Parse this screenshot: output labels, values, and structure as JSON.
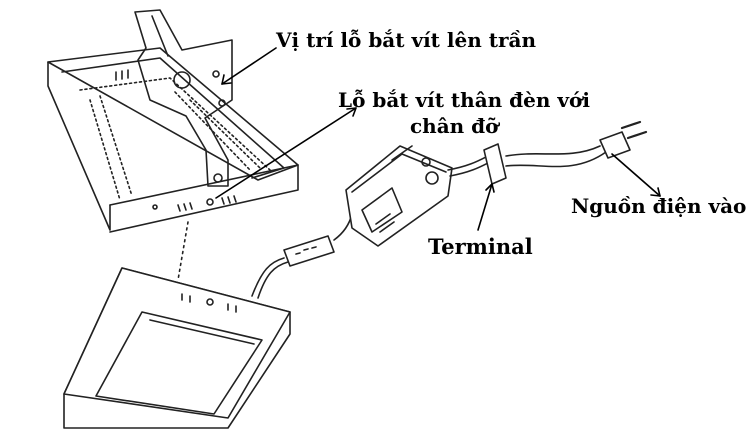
{
  "labels": {
    "ceiling_screw_position": "Vị trí lỗ bắt vít lên trần",
    "body_screw_hole_line1": "Lỗ bắt vít thân đèn với",
    "body_screw_hole_line2": "chân đỡ",
    "power_input": "Nguồn điện vào",
    "terminal": "Terminal"
  },
  "colors": {
    "line": "#222222",
    "background": "#ffffff"
  }
}
